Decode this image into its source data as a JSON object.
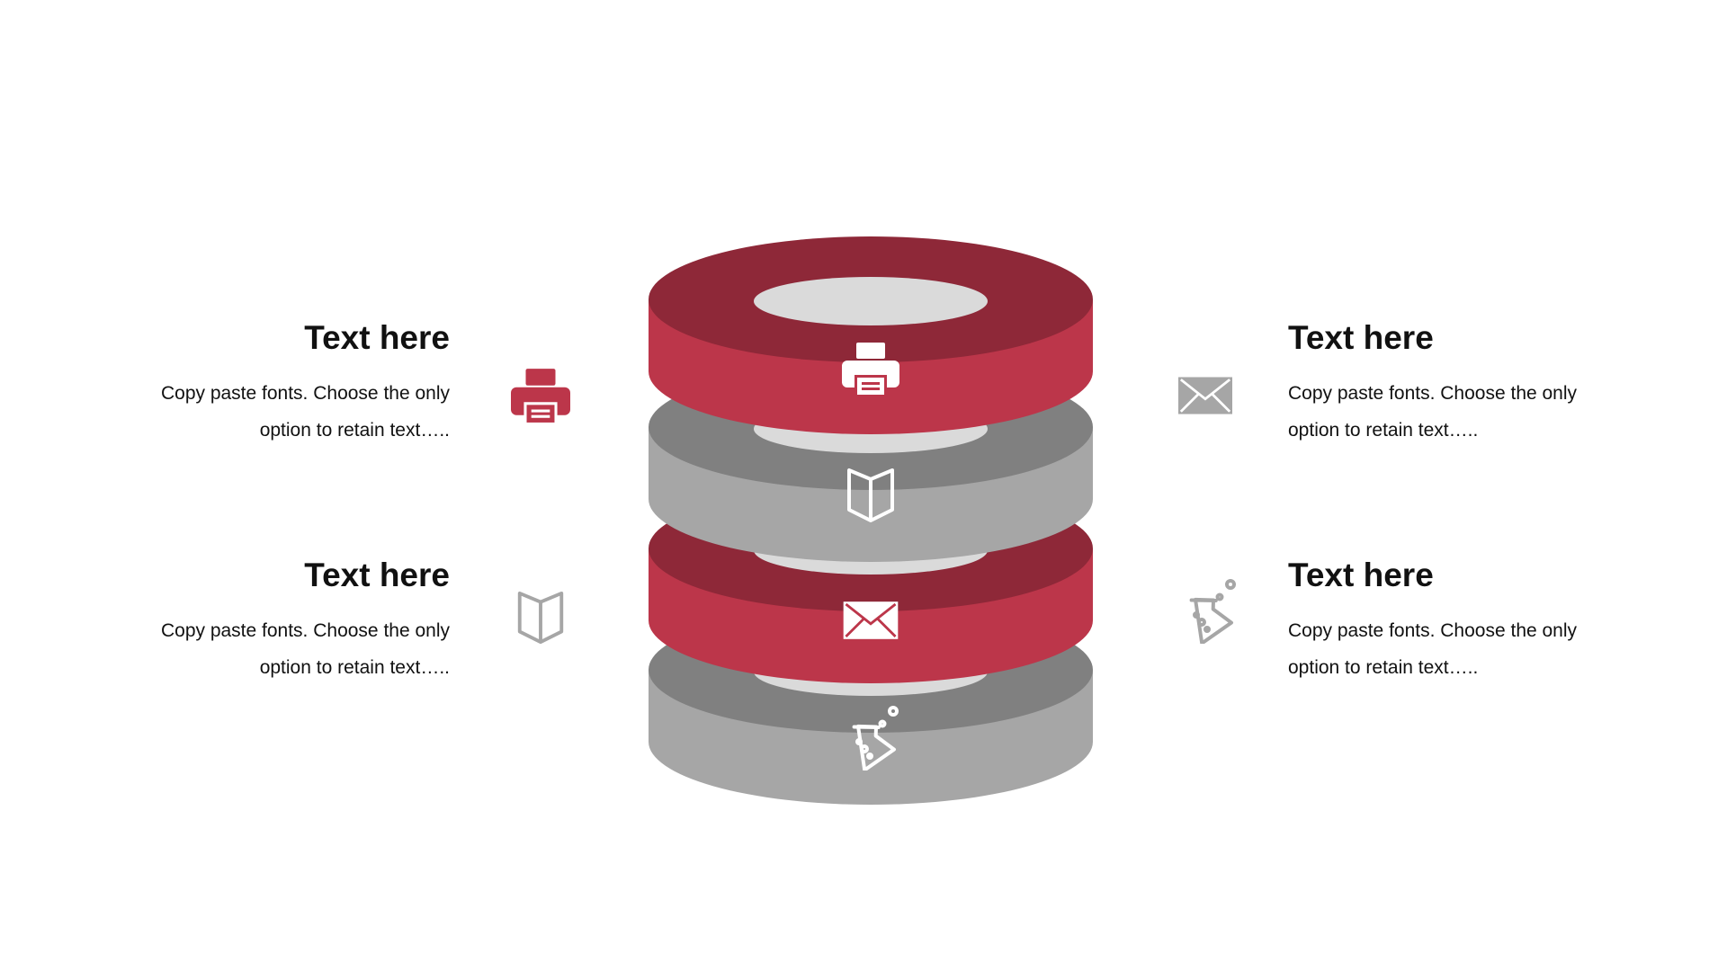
{
  "colors": {
    "red": "#BC364A",
    "red_dark": "#8E2838",
    "gray": "#A6A6A6",
    "gray_dark": "#808080",
    "hole": "#DADADA",
    "hole_inner": "#C9D0D4",
    "icon_gray": "#A6A6A6"
  },
  "blocks": [
    {
      "id": "top_left",
      "title": "Text here",
      "body_line1": "Copy paste fonts. Choose the only",
      "body_line2": "option to retain text….."
    },
    {
      "id": "bottom_left",
      "title": "Text here",
      "body_line1": "Copy paste fonts. Choose the only",
      "body_line2": "option to retain text….."
    },
    {
      "id": "top_right",
      "title": "Text here",
      "body_line1": "Copy paste fonts. Choose the only",
      "body_line2": "option to retain text….."
    },
    {
      "id": "bottom_right",
      "title": "Text here",
      "body_line1": "Copy paste fonts. Choose the only",
      "body_line2": "option to retain text….."
    }
  ],
  "rings": [
    {
      "name": "ring-1",
      "color": "red",
      "icon": "printer-icon"
    },
    {
      "name": "ring-2",
      "color": "gray",
      "icon": "book-icon"
    },
    {
      "name": "ring-3",
      "color": "red",
      "icon": "envelope-icon"
    },
    {
      "name": "ring-4",
      "color": "gray",
      "icon": "flask-icon"
    }
  ],
  "side_icons": [
    "printer-icon",
    "book-icon",
    "envelope-icon",
    "flask-icon"
  ]
}
